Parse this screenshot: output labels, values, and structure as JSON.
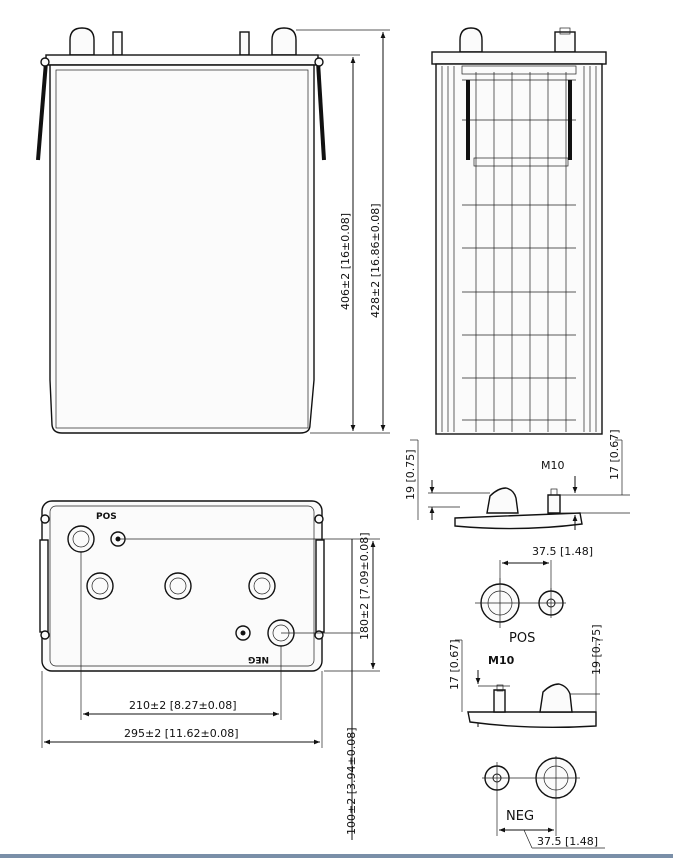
{
  "front_view": {
    "height_inner": "406±2 [16±0.08]",
    "height_total": "428±2 [16.86±0.08]"
  },
  "top_view": {
    "pos_label": "POS",
    "neg_label": "NEG",
    "width_inner": "180±2 [7.09±0.08]",
    "terminal_spacing": "210±2  [8.27±0.08]",
    "length_total": "295±2 [11.62±0.08]",
    "terminal_offset": "100±2 [3.94±0.08]"
  },
  "pos_detail": {
    "height_left": "19 [0.75]",
    "thread": "M10",
    "height_right": "17 [0.67]",
    "spacing": "37.5 [1.48]",
    "label": "POS"
  },
  "neg_detail": {
    "height_left": "17 [0.67]",
    "thread": "M10",
    "height_right": "19 [0.75]",
    "label": "NEG",
    "spacing": "37.5 [1.48]"
  },
  "colors": {
    "line": "#111111",
    "background": "#ffffff",
    "bottom_rule": "#7a8fa8"
  }
}
